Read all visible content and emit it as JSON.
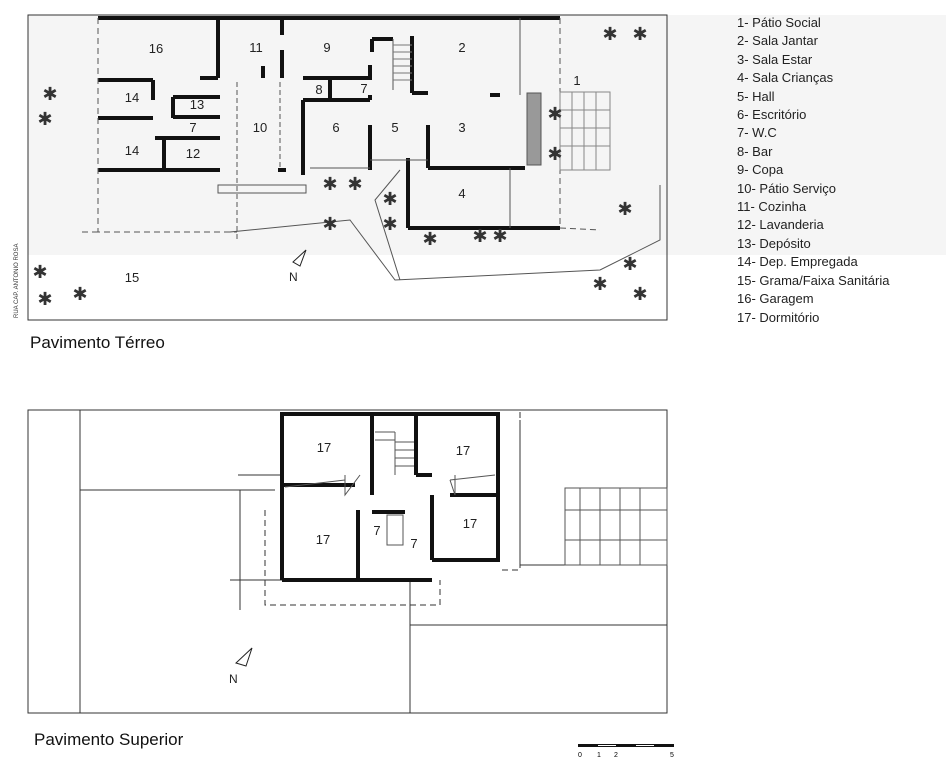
{
  "ground_floor": {
    "title": "Pavimento Térreo",
    "street_label": "RUA CAP. ANTONIO ROSA",
    "north": "N",
    "rooms": {
      "r1": "1",
      "r2": "2",
      "r3": "3",
      "r4": "4",
      "r5": "5",
      "r6": "6",
      "r7a": "7",
      "r7b": "7",
      "r8": "8",
      "r9": "9",
      "r10": "10",
      "r11": "11",
      "r12": "12",
      "r13": "13",
      "r14a": "14",
      "r14b": "14",
      "r15": "15",
      "r16": "16"
    }
  },
  "upper_floor": {
    "title": "Pavimento Superior",
    "north": "N",
    "rooms": {
      "a": "17",
      "b": "17",
      "c": "17",
      "d": "17",
      "e": "7",
      "f": "7"
    }
  },
  "legend": [
    "1- Pátio Social",
    "2- Sala Jantar",
    "3- Sala Estar",
    "4- Sala Crianças",
    "5- Hall",
    "6- Escritório",
    "7- W.C",
    "8- Bar",
    "9- Copa",
    "10- Pátio Serviço",
    "11- Cozinha",
    "12- Lavanderia",
    "13- Depósito",
    "14- Dep. Empregada",
    "15- Grama/Faixa Sanitária",
    "16- Garagem",
    "17- Dormitório"
  ],
  "scale_bar": {
    "t0": "0",
    "t1": "1",
    "t2": "2",
    "t5": "5"
  }
}
